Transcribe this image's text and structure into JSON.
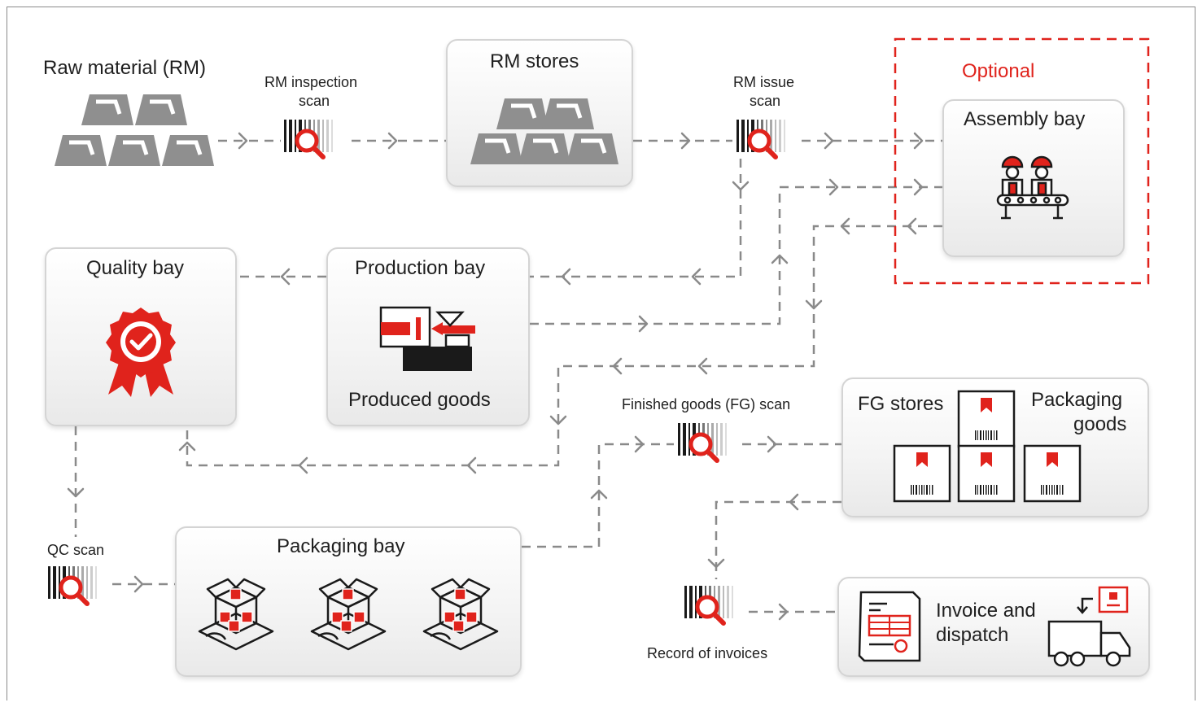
{
  "nodes": {
    "raw_material": "Raw material (RM)",
    "rm_stores": "RM stores",
    "assembly_bay": "Assembly bay",
    "optional": "Optional",
    "quality_bay": "Quality bay",
    "production_bay": "Production bay",
    "produced_goods": "Produced goods",
    "fg_stores": "FG stores",
    "packaging_goods_line1": "Packaging",
    "packaging_goods_line2": "goods",
    "packaging_bay": "Packaging bay",
    "invoice_line1": "Invoice and",
    "invoice_line2": "dispatch"
  },
  "scans": {
    "rm_inspection_line1": "RM inspection",
    "rm_inspection_line2": "scan",
    "rm_issue_line1": "RM issue",
    "rm_issue_line2": "scan",
    "fg_scan": "Finished goods (FG) scan",
    "qc_scan": "QC scan",
    "record_of_invoices": "Record of invoices"
  },
  "colors": {
    "accent": "#e0231c",
    "ingot": "#8f8f8f",
    "line": "#8a8a8a"
  },
  "icons": [
    "metal-ingots-icon",
    "barcode-search-icon",
    "workers-conveyor-icon",
    "quality-badge-icon",
    "injection-machine-icon",
    "product-box-icon",
    "open-box-icon",
    "invoice-document-icon",
    "delivery-truck-icon"
  ]
}
